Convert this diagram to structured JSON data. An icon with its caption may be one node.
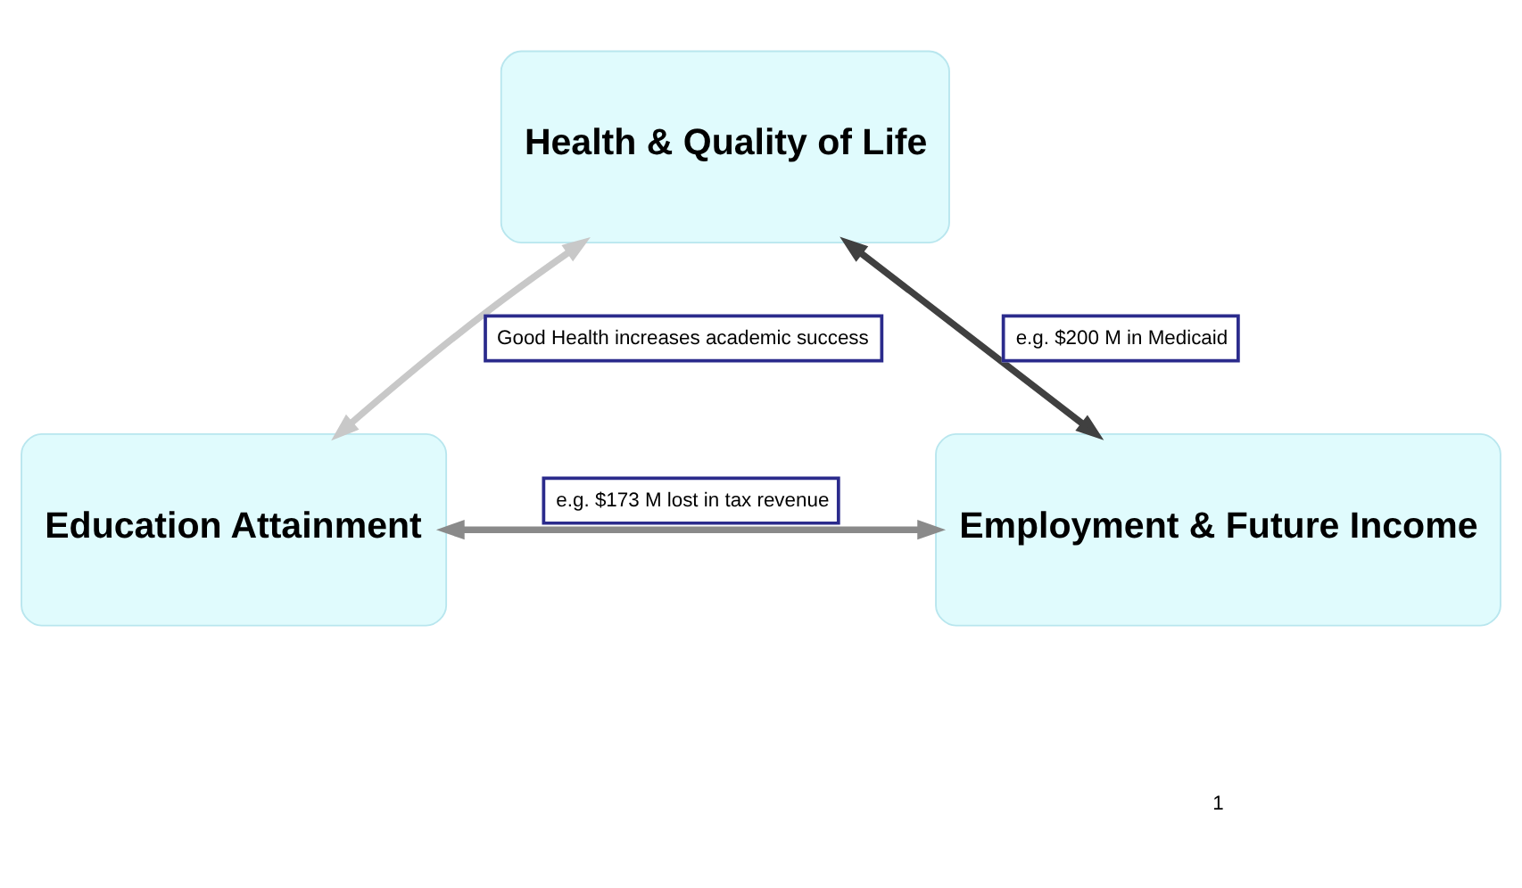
{
  "diagram": {
    "nodes": [
      {
        "text": [
          "Health & Quality of Life"
        ]
      },
      {
        "text": [
          "Education Attainment"
        ]
      },
      {
        "text": [
          "Employment & Future Income"
        ]
      }
    ],
    "edges": [
      {
        "from": 1,
        "to": 0,
        "arrow": "both",
        "label": "Good Health increases academic success",
        "color": "#c8c8c8"
      },
      {
        "from": 0,
        "to": 2,
        "arrow": "both",
        "label": "e.g. $200 M in Medicaid",
        "color": "#404040"
      },
      {
        "from": 1,
        "to": 2,
        "arrow": "both",
        "label": "e.g. $173 M lost in tax revenue",
        "color": "#8a8a8a"
      }
    ],
    "labels": [
      "1"
    ]
  }
}
